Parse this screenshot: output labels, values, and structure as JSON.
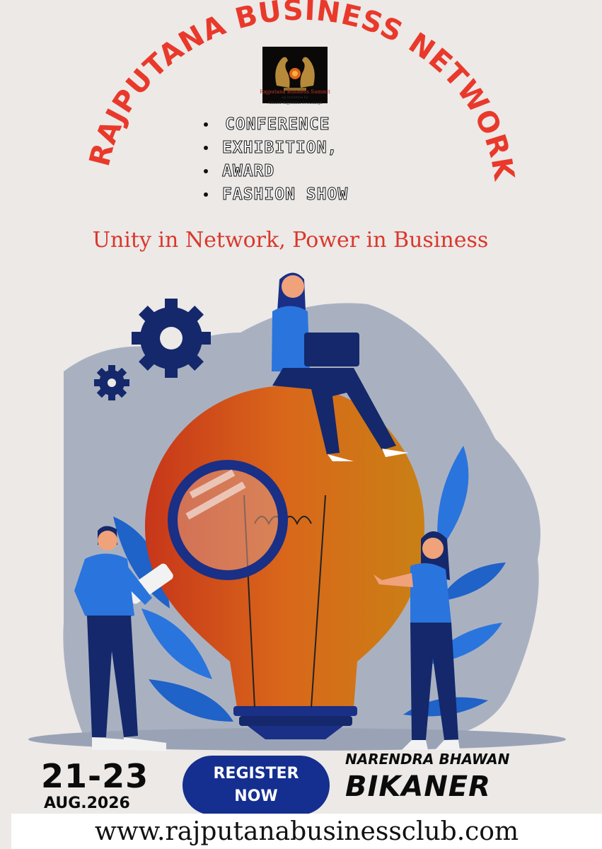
{
  "title": "RAJPUTANA BUSINESS NETWORK",
  "logo": {
    "name": "Rajputana Business Summit",
    "line2": "an initiative by",
    "line3": "Akhand Rajputana Sewasangh"
  },
  "events": [
    "CONFERENCE",
    "EXHIBITION,",
    "AWARD",
    "FASHION SHOW"
  ],
  "tagline": "Unity in Network, Power in Business",
  "date": {
    "days": "21-23",
    "month_year": "AUG.2026"
  },
  "register": {
    "line1": "REGISTER",
    "line2": "NOW"
  },
  "venue": {
    "place": "NARENDRA BHAWAN",
    "city": "BIKANER"
  },
  "website": "www.rajputanabusinessclub.com",
  "colors": {
    "title_red": "#e9392b",
    "register_blue": "#142f8f",
    "bulb_orange": "#d9671a",
    "figure_blue": "#1f62c8"
  }
}
